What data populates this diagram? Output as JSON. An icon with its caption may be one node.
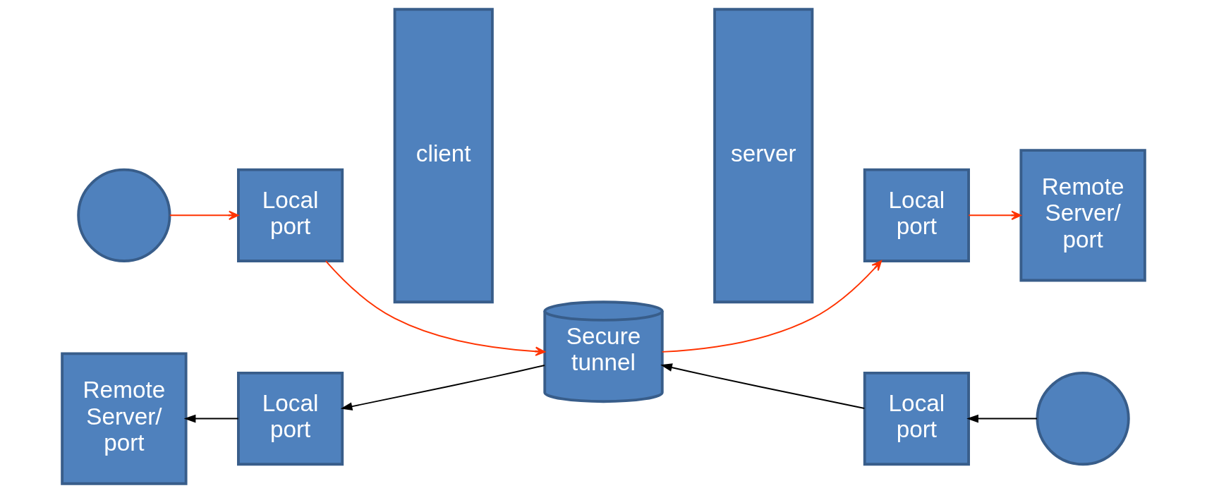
{
  "diagram": {
    "nodes": [
      {
        "text": [],
        "shape": "circle"
      },
      {
        "text": [
          "Local port"
        ]
      },
      {
        "text": [
          "client"
        ]
      },
      {
        "text": [
          "Secure tunnel"
        ]
      },
      {
        "text": [
          "server"
        ]
      },
      {
        "text": [
          "Local port"
        ]
      },
      {
        "text": [
          "Remote Server/ port"
        ]
      },
      {
        "text": [
          "Remote Server/ port"
        ]
      },
      {
        "text": [
          "Local port"
        ]
      },
      {
        "text": [
          "Local port"
        ]
      },
      {
        "text": [],
        "shape": "circle"
      }
    ],
    "edges": [
      {
        "from": 0,
        "to": 1,
        "arrow": "to",
        "color": "#ff3300"
      },
      {
        "from": 1,
        "to": 3,
        "arrow": "to",
        "color": "#ff3300"
      },
      {
        "from": 3,
        "to": 5,
        "arrow": "to",
        "color": "#ff3300"
      },
      {
        "from": 5,
        "to": 6,
        "arrow": "to",
        "color": "#ff3300"
      },
      {
        "from": 10,
        "to": 9,
        "arrow": "to",
        "color": "#000000"
      },
      {
        "from": 9,
        "to": 3,
        "arrow": "to",
        "color": "#000000"
      },
      {
        "from": 3,
        "to": 8,
        "arrow": "to",
        "color": "#000000"
      },
      {
        "from": 8,
        "to": 7,
        "arrow": "to",
        "color": "#000000"
      }
    ]
  }
}
